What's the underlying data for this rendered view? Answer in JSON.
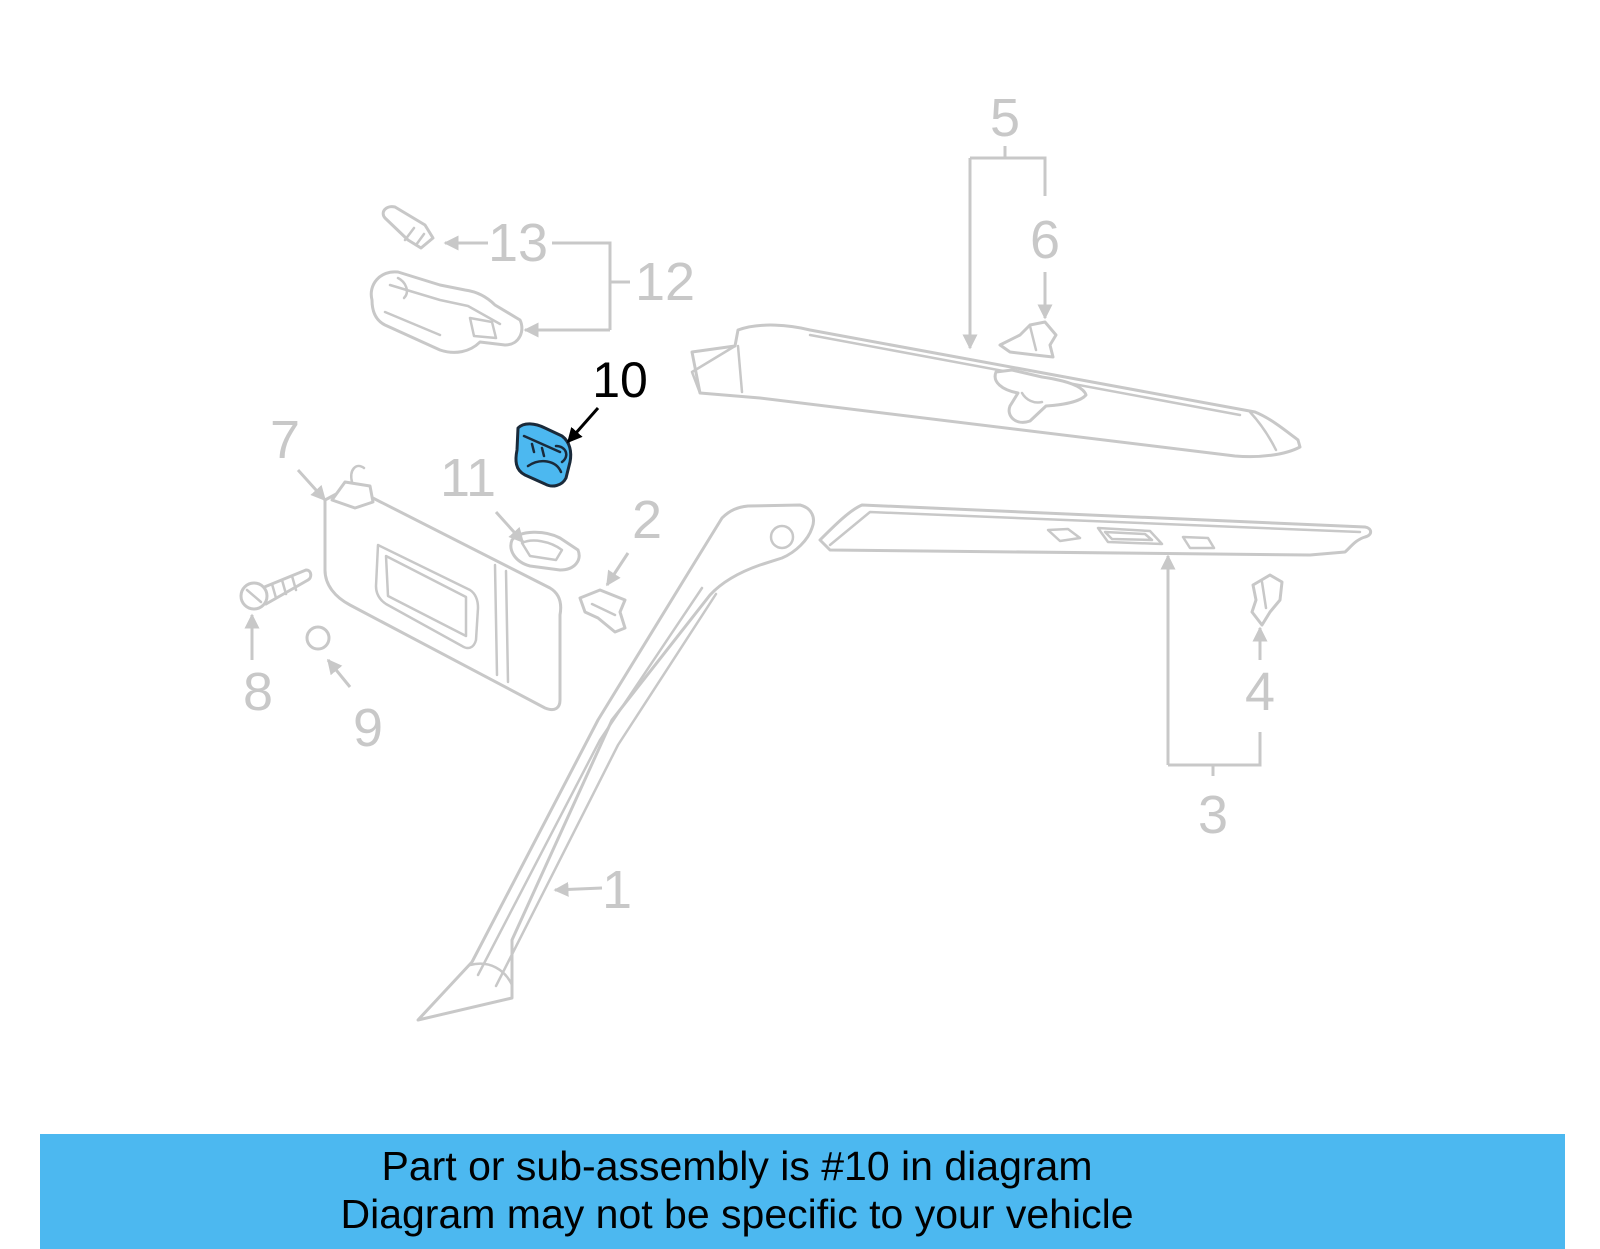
{
  "callouts": {
    "n1": "1",
    "n2": "2",
    "n3": "3",
    "n4": "4",
    "n5": "5",
    "n6": "6",
    "n7": "7",
    "n8": "8",
    "n9": "9",
    "n10": "10",
    "n11": "11",
    "n12": "12",
    "n13": "13"
  },
  "banner": {
    "line1": "Part or sub-assembly is #10 in diagram",
    "line2": "Diagram may not be specific to your vehicle"
  },
  "colors": {
    "highlight": "#4cb8f0",
    "banner_background": "#4cb8f0",
    "part_line": "#c8c8c8",
    "active_label": "#000000"
  }
}
